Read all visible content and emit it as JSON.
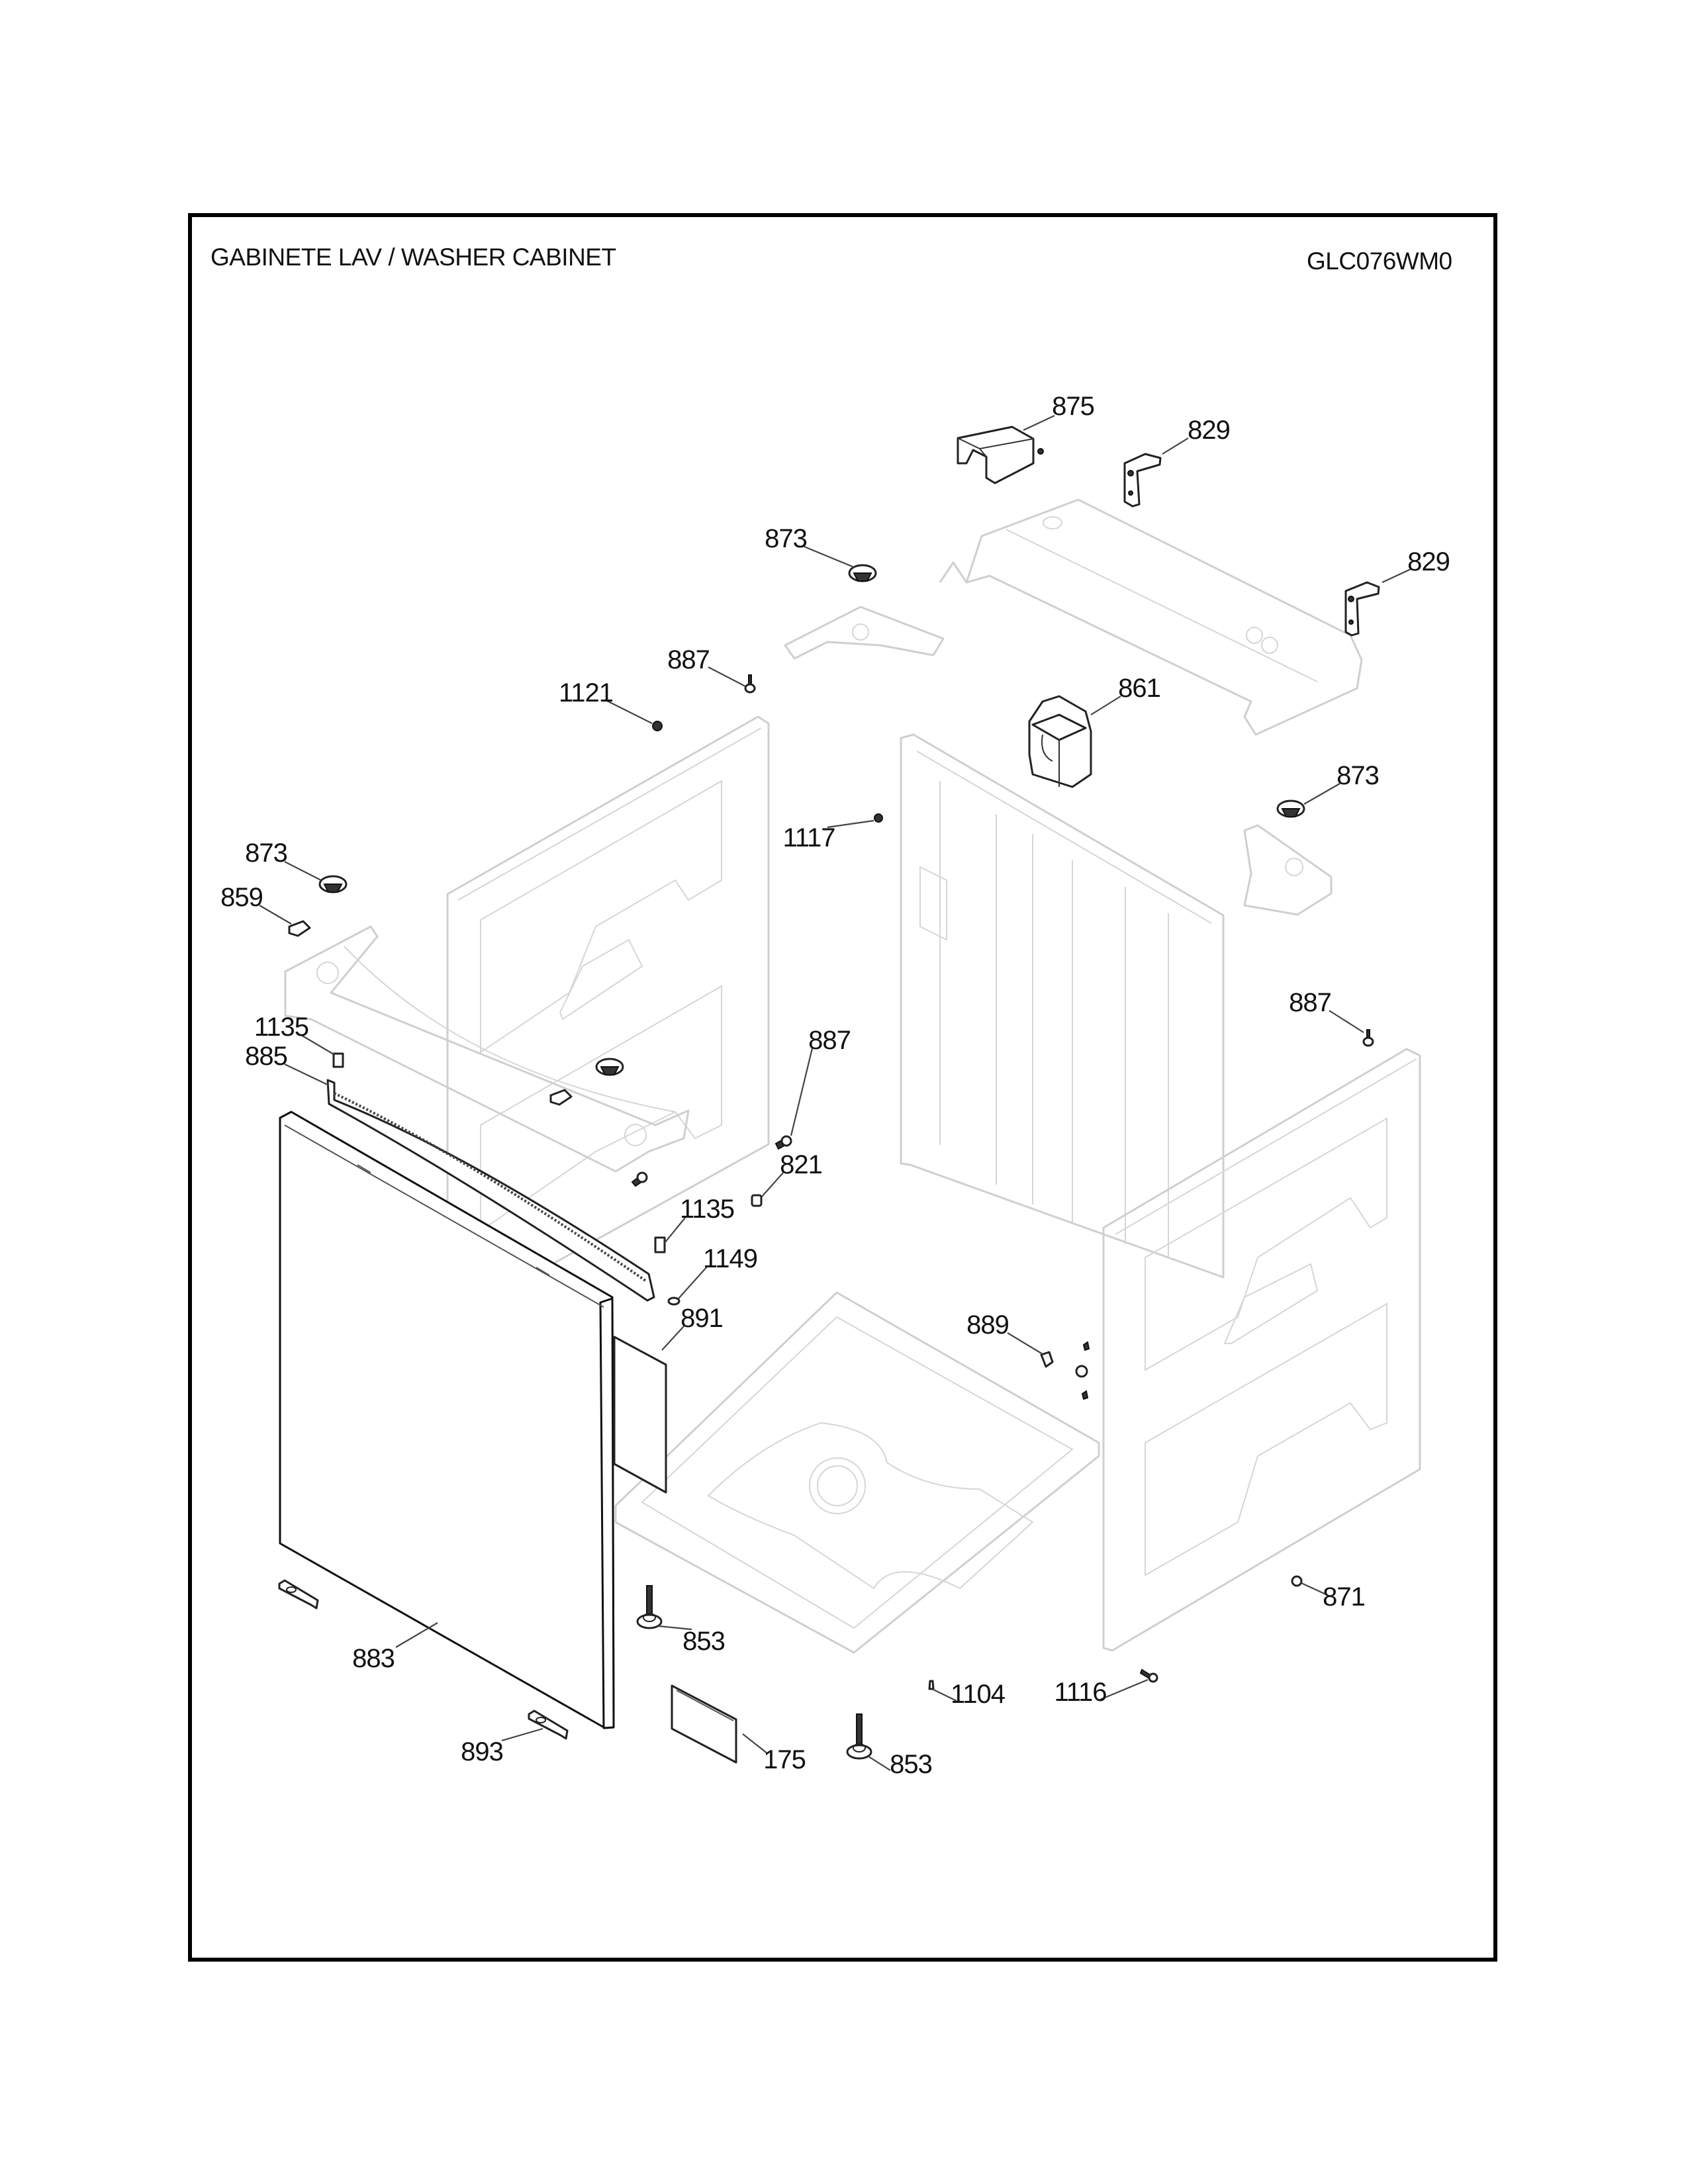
{
  "header": {
    "title": "GABINETE LAV / WASHER CABINET",
    "model": "GLC076WM0"
  },
  "callouts": {
    "c875": "875",
    "c829_top": "829",
    "c829_right": "829",
    "c873_top": "873",
    "c887_top": "887",
    "c1121": "1121",
    "c861": "861",
    "c873_right": "873",
    "c1117": "1117",
    "c873_left": "873",
    "c859": "859",
    "c887_right": "887",
    "c1135_left": "1135",
    "c885": "885",
    "c887_mid": "887",
    "c821": "821",
    "c1135_mid": "1135",
    "c1149": "1149",
    "c891": "891",
    "c889": "889",
    "c853_left": "853",
    "c883": "883",
    "c871": "871",
    "c1104": "1104",
    "c1116": "1116",
    "c175": "175",
    "c853_right": "853",
    "c893": "893"
  },
  "colors": {
    "outline": "#000000",
    "ghost_line": "#cfcfcf",
    "part_line": "#222222"
  }
}
